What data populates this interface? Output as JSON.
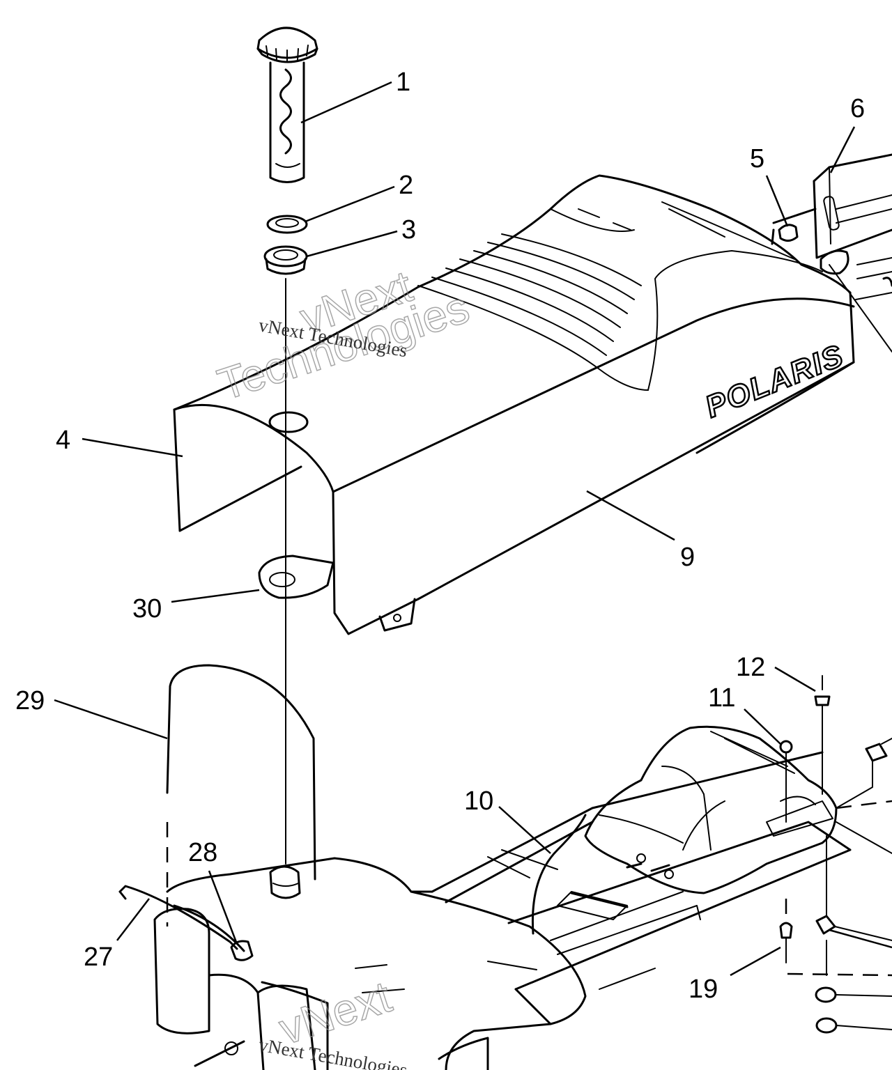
{
  "callouts": [
    {
      "id": "1",
      "label": "1"
    },
    {
      "id": "2",
      "label": "2"
    },
    {
      "id": "3",
      "label": "3"
    },
    {
      "id": "4",
      "label": "4"
    },
    {
      "id": "5",
      "label": "5"
    },
    {
      "id": "6",
      "label": "6"
    },
    {
      "id": "9",
      "label": "9"
    },
    {
      "id": "10",
      "label": "10"
    },
    {
      "id": "11",
      "label": "11"
    },
    {
      "id": "12",
      "label": "12"
    },
    {
      "id": "19",
      "label": "19"
    },
    {
      "id": "27",
      "label": "27"
    },
    {
      "id": "28",
      "label": "28"
    },
    {
      "id": "29",
      "label": "29"
    },
    {
      "id": "30",
      "label": "30"
    }
  ],
  "brand_logo": "POLARIS",
  "watermark": {
    "line1": "vNext",
    "line2": "Technologies",
    "small": "vNext Technologies"
  }
}
